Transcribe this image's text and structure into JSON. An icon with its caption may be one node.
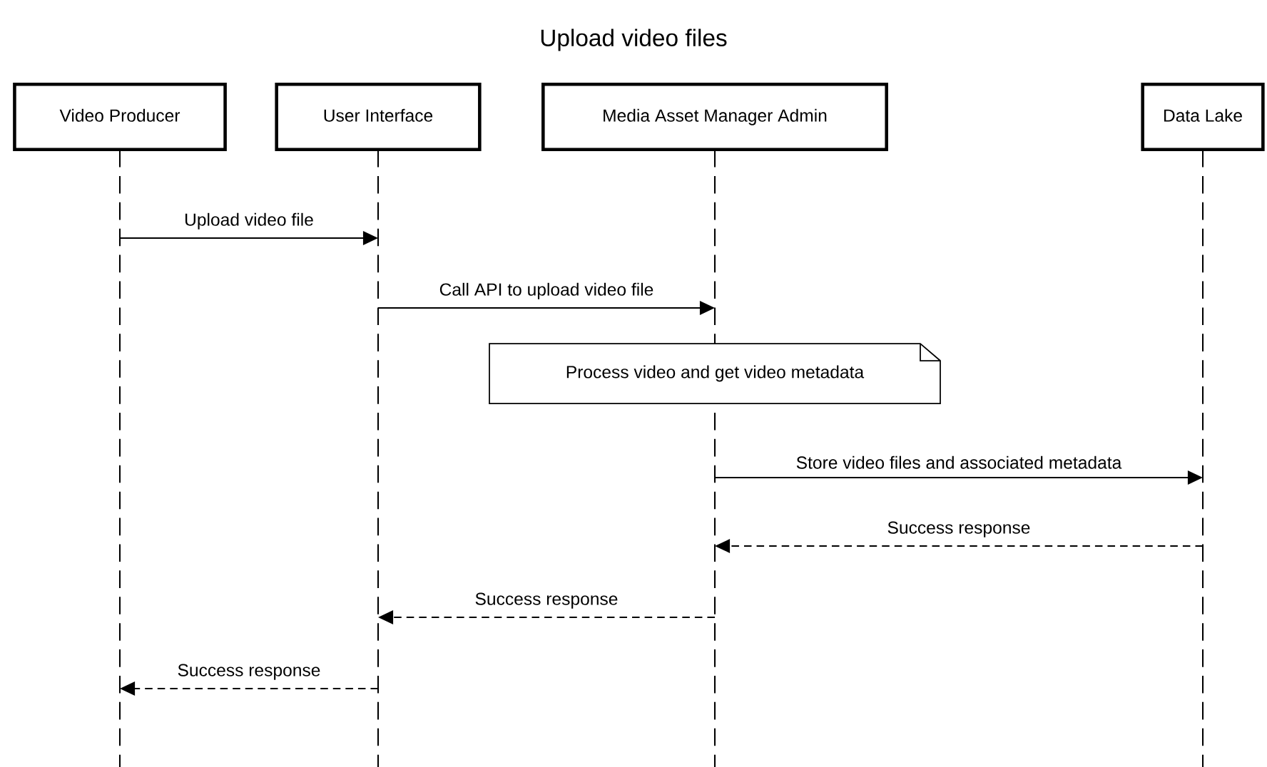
{
  "diagram": {
    "title": "Upload video files",
    "nodes": [
      {
        "text": [
          "Video Producer"
        ]
      },
      {
        "text": [
          "User Interface"
        ]
      },
      {
        "text": [
          "Media Asset Manager Admin"
        ]
      },
      {
        "text": [
          "Data Lake"
        ]
      },
      {
        "text": [
          "Process video and get video metadata"
        ]
      }
    ],
    "edges": [
      {
        "from": 0,
        "to": 1,
        "arrow": "to",
        "label": "Upload video file"
      },
      {
        "from": 1,
        "to": 2,
        "arrow": "to",
        "label": "Call API to upload video file"
      },
      {
        "from": 2,
        "to": 3,
        "arrow": "to",
        "label": "Store video files and associated metadata"
      },
      {
        "from": 3,
        "to": 2,
        "arrow": "to",
        "label": "Success response",
        "style": "dashed"
      },
      {
        "from": 2,
        "to": 1,
        "arrow": "to",
        "label": "Success response",
        "style": "dashed"
      },
      {
        "from": 1,
        "to": 0,
        "arrow": "to",
        "label": "Success response",
        "style": "dashed"
      }
    ]
  }
}
